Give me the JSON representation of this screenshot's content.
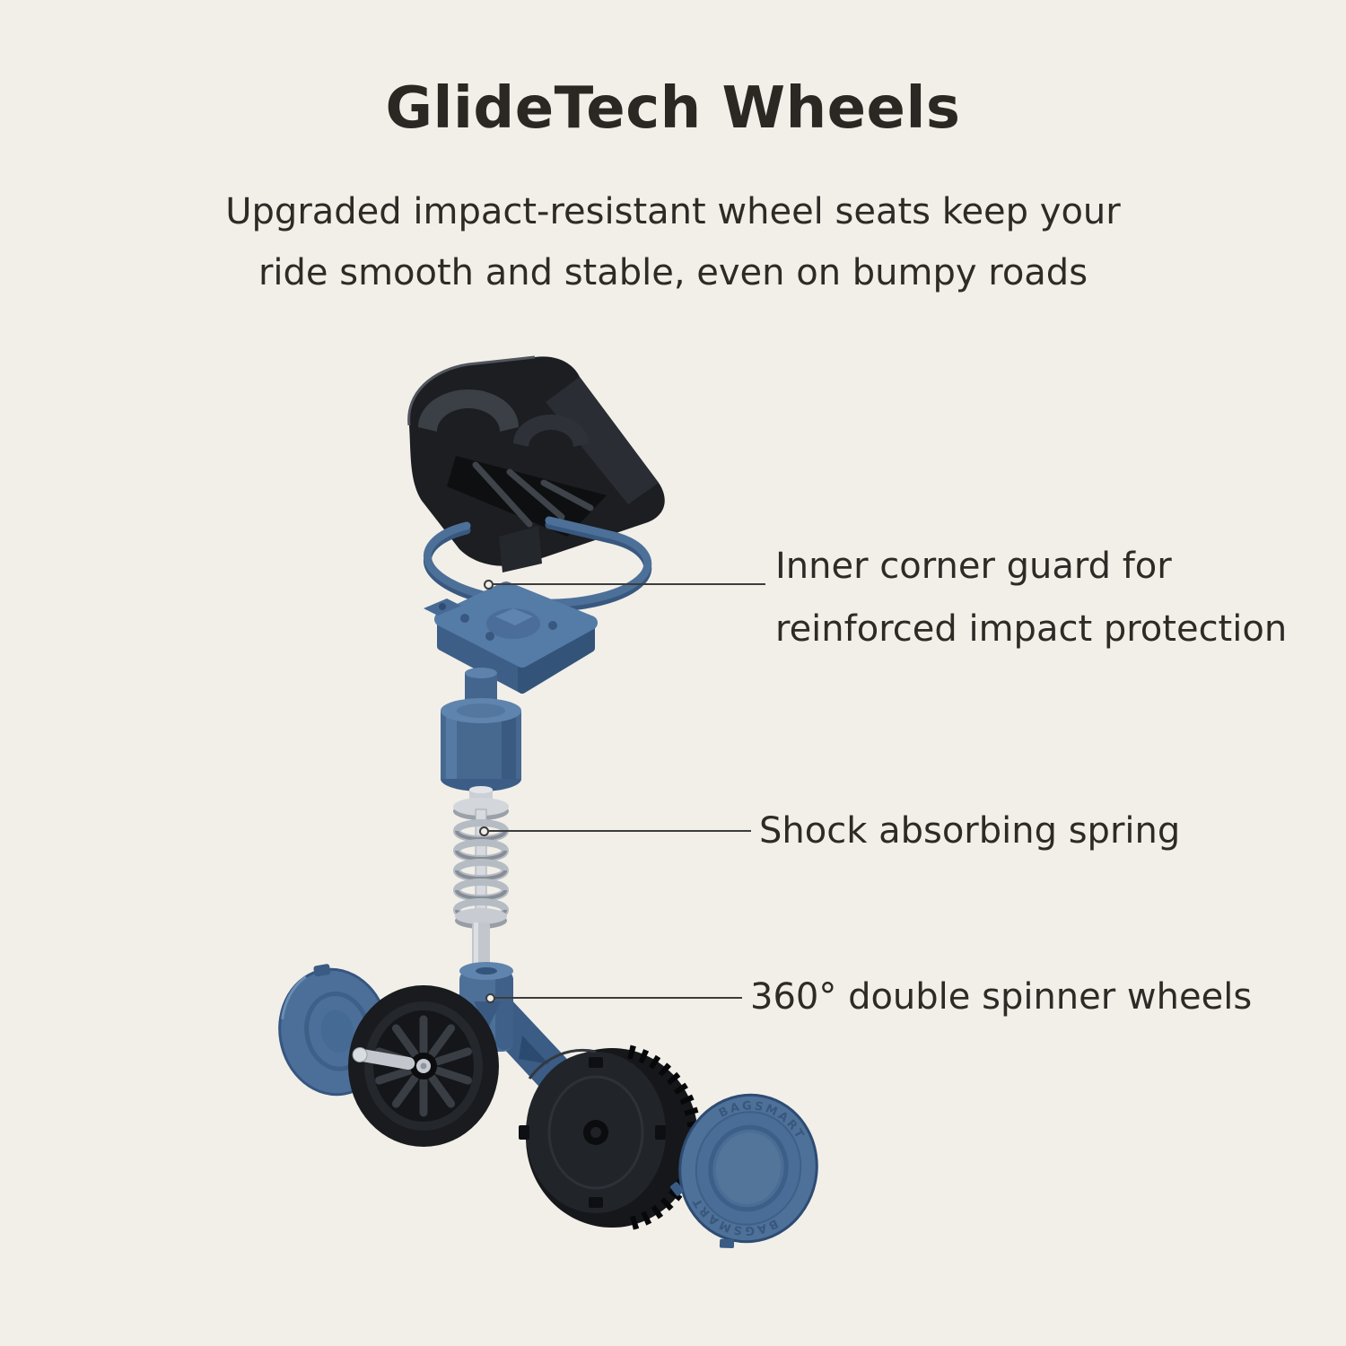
{
  "header": {
    "title": "GlideTech Wheels",
    "subtitle_line1": "Upgraded impact-resistant wheel seats keep your",
    "subtitle_line2": "ride smooth and stable, even on bumpy roads"
  },
  "callouts": {
    "corner_guard": {
      "line1": "Inner corner guard for",
      "line2": "reinforced impact protection"
    },
    "spring": {
      "label": "Shock absorbing spring"
    },
    "wheels": {
      "label": "360° double spinner wheels"
    }
  },
  "illustration": {
    "brand_text": "BAGSMART",
    "colors": {
      "background": "#f2efe9",
      "text": "#2e2b27",
      "callout_line": "#3c3c3c",
      "part_blue": "#4c6f99",
      "part_blue_dark": "#3a5a82",
      "part_black": "#1b1d20",
      "part_metal": "#c3c7cd"
    }
  }
}
